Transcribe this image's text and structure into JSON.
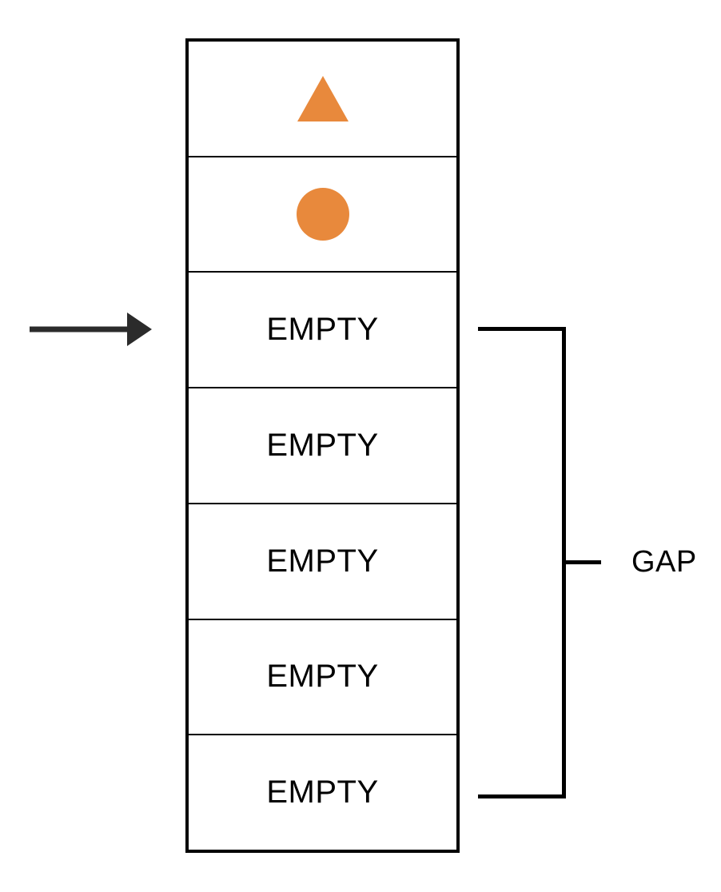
{
  "diagram": {
    "description": "Vertical array of seven slots; first two slots hold an orange triangle and an orange circle, remaining five slots are empty; an arrow points at the first empty slot and a right-side bracket spanning the empty slots is labeled GAP",
    "colors": {
      "shape_fill": "#E8893C",
      "line": "#000000",
      "arrow": "#2B2B2B",
      "background": "#FFFFFF"
    },
    "cells": [
      {
        "index": 0,
        "content": "triangle-shape",
        "label": ""
      },
      {
        "index": 1,
        "content": "circle-shape",
        "label": ""
      },
      {
        "index": 2,
        "content": "text",
        "label": "EMPTY"
      },
      {
        "index": 3,
        "content": "text",
        "label": "EMPTY"
      },
      {
        "index": 4,
        "content": "text",
        "label": "EMPTY"
      },
      {
        "index": 5,
        "content": "text",
        "label": "EMPTY"
      },
      {
        "index": 6,
        "content": "text",
        "label": "EMPTY"
      }
    ],
    "pointer": {
      "type": "arrow-right",
      "points_to_cell_index": 2
    },
    "bracket": {
      "label": "GAP",
      "spans_cell_indices": [
        2,
        6
      ]
    }
  }
}
